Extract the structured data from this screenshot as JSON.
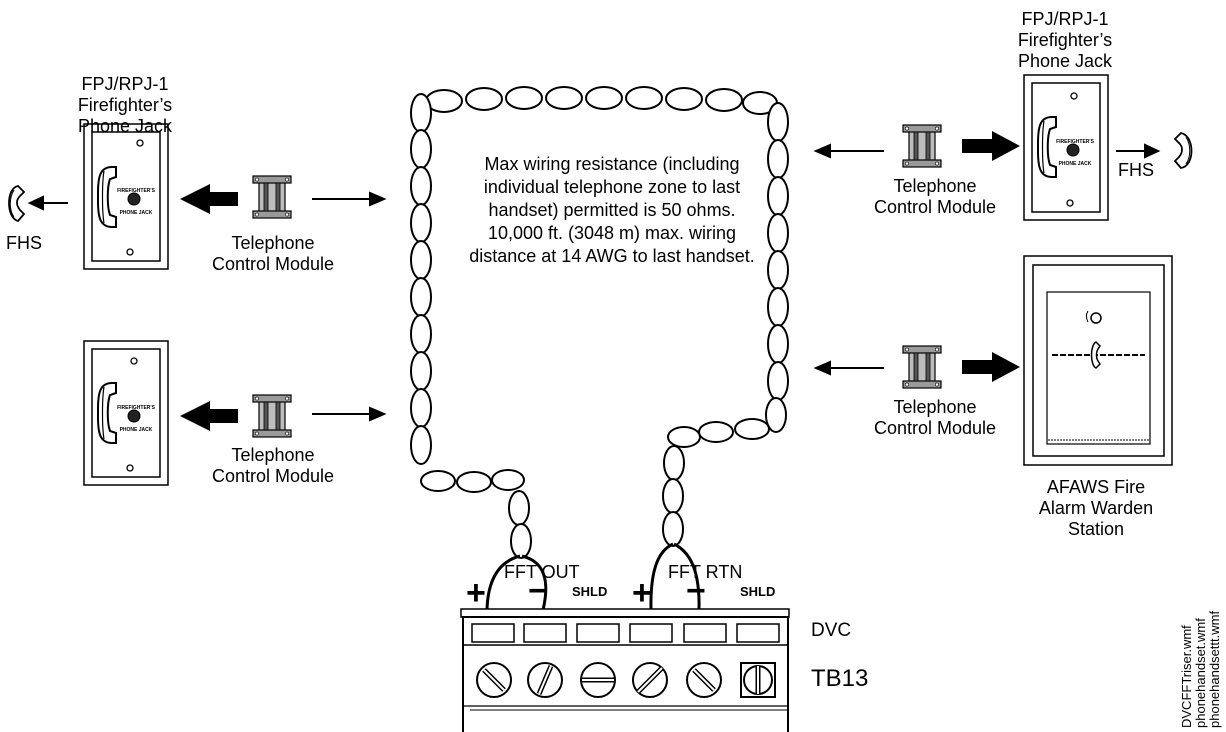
{
  "labels": {
    "jack_top_left": [
      "FPJ/RPJ-1",
      "Firefighter’s",
      "Phone Jack"
    ],
    "jack_top_right": [
      "FPJ/RPJ-1",
      "Firefighter’s",
      "Phone Jack"
    ],
    "fhs": "FHS",
    "module": [
      "Telephone",
      "Control Module"
    ],
    "plate_text": [
      "FIREFIGHTER'S",
      "PHONE JACK"
    ],
    "warden_station": [
      "AFAWS Fire",
      "Alarm Warden",
      "Station"
    ],
    "note": "Max wiring resistance (including individual telephone zone to last handset) permitted is 50 ohms. 10,000 ft. (3048 m) max. wiring distance at 14 AWG to last handset.",
    "fft_out": "FFT OUT",
    "fft_rtn": "FFT RTN",
    "plus": "+",
    "minus": "−",
    "shld": "SHLD",
    "dvc": "DVC",
    "tb13": "TB13",
    "files": [
      "DVCFFTriser.wmf",
      "phonehandset.wmf",
      "phonehandsettt.wmf"
    ]
  }
}
